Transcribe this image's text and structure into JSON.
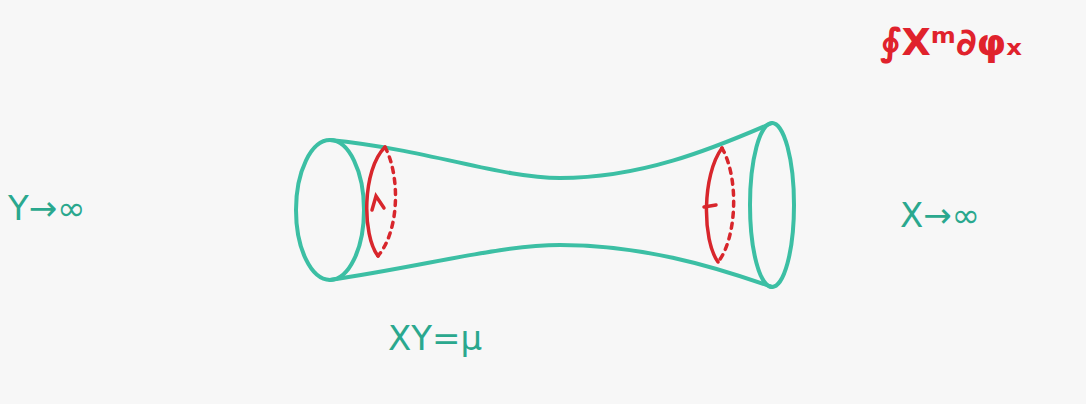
{
  "diagram": {
    "labels": [
      "Y→∞",
      "X→∞",
      "XY=μ",
      "∮Xᵐ∂φₓ"
    ]
  }
}
